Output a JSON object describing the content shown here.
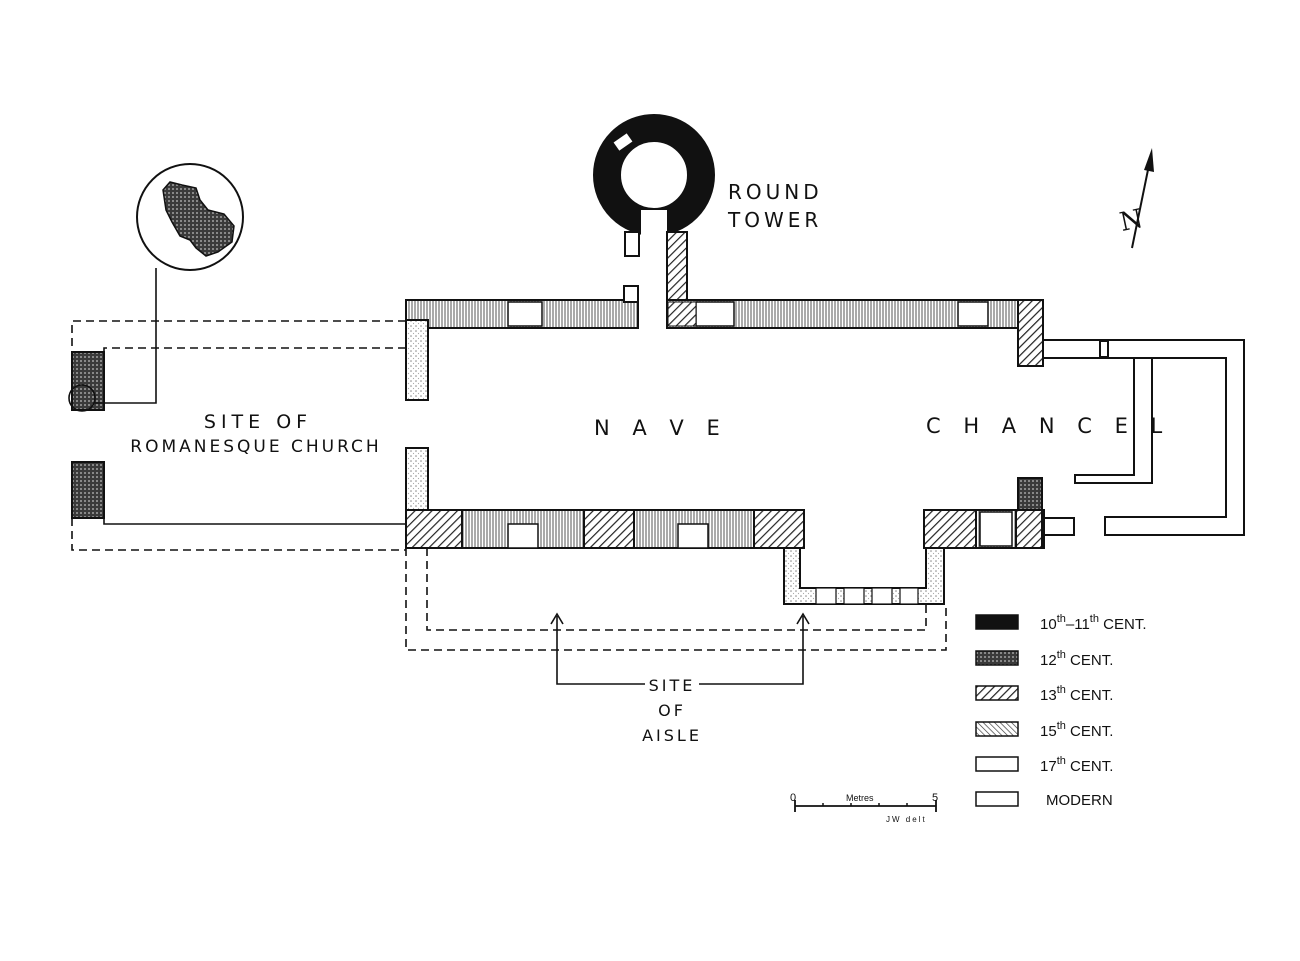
{
  "labels": {
    "round_tower": [
      "ROUND",
      "TOWER"
    ],
    "site_romanesque": [
      "SITE OF",
      "ROMANESQUE CHURCH"
    ],
    "nave": "N A V E",
    "chancel": "C H A N C E L",
    "site_aisle": [
      "SITE",
      "OF",
      "AISLE"
    ]
  },
  "north_arrow": "N",
  "legend": [
    {
      "pre": "10",
      "sup1": "th",
      "mid": "–11",
      "sup2": "th",
      "post": " CENT.",
      "fill": "solid"
    },
    {
      "pre": "12",
      "sup1": "th",
      "post": " CENT.",
      "fill": "crosshatch"
    },
    {
      "pre": "13",
      "sup1": "th",
      "post": " CENT.",
      "fill": "diagonal"
    },
    {
      "pre": "15",
      "sup1": "th",
      "post": " CENT.",
      "fill": "fine-diagonal"
    },
    {
      "pre": "17",
      "sup1": "th",
      "post": " CENT.",
      "fill": "empty"
    },
    {
      "pre": "MODERN",
      "fill": "empty"
    }
  ],
  "scale": {
    "start": "0",
    "unit": "Metres",
    "end": "5",
    "credit": "JW delt"
  },
  "colors": {
    "ink": "#111111",
    "paper": "#ffffff",
    "stipple": "#9a9a9a"
  }
}
